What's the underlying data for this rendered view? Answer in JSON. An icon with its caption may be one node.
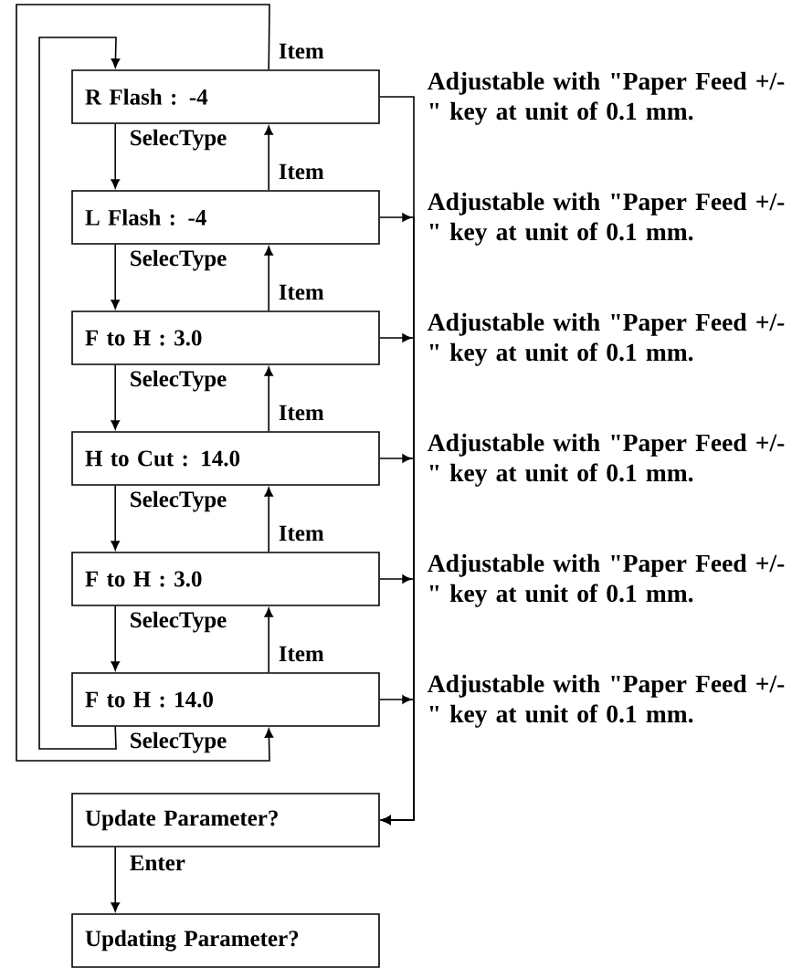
{
  "diagram": {
    "nodes": [
      {
        "text": [
          "R Flash :  -4"
        ],
        "beside": [
          "Adjustable with \"Paper Feed +/- \" key at unit of 0.1 mm."
        ]
      },
      {
        "text": [
          "L Flash :  -4"
        ],
        "beside": [
          "Adjustable with \"Paper Feed +/- \" key at unit of 0.1 mm."
        ]
      },
      {
        "text": [
          "F to H : 3.0"
        ],
        "beside": [
          "Adjustable with \"Paper Feed +/- \" key at unit of 0.1 mm."
        ]
      },
      {
        "text": [
          "H to Cut : 14.0"
        ],
        "beside": [
          "Adjustable with \"Paper Feed +/- \" key at unit of 0.1 mm."
        ]
      },
      {
        "text": [
          "F to H : 3.0"
        ],
        "beside": [
          "Adjustable with \"Paper Feed +/- \" key at unit of 0.1 mm."
        ]
      },
      {
        "text": [
          "F to H : 14.0"
        ],
        "beside": [
          "Adjustable with \"Paper Feed +/- \" key at unit of 0.1 mm."
        ]
      },
      {
        "text": [
          "Update Parameter?"
        ]
      },
      {
        "text": [
          "Updating Parameter?"
        ]
      }
    ],
    "edges": [
      {
        "from": 0,
        "to": 1,
        "arrow": "to",
        "label": "SelecType"
      },
      {
        "from": 1,
        "to": 0,
        "arrow": "to",
        "label": "Item"
      },
      {
        "from": 1,
        "to": 2,
        "arrow": "to",
        "label": "SelecType"
      },
      {
        "from": 2,
        "to": 1,
        "arrow": "to",
        "label": "Item"
      },
      {
        "from": 2,
        "to": 3,
        "arrow": "to",
        "label": "SelecType"
      },
      {
        "from": 3,
        "to": 2,
        "arrow": "to",
        "label": "Item"
      },
      {
        "from": 3,
        "to": 4,
        "arrow": "to",
        "label": "SelecType"
      },
      {
        "from": 4,
        "to": 3,
        "arrow": "to",
        "label": "Item"
      },
      {
        "from": 4,
        "to": 5,
        "arrow": "to",
        "label": "SelecType"
      },
      {
        "from": 5,
        "to": 4,
        "arrow": "to",
        "label": "Item"
      },
      {
        "from": 0,
        "to": 5,
        "arrow": "to",
        "label": "Item"
      },
      {
        "from": 5,
        "to": 0,
        "arrow": "to",
        "label": "SelecType"
      },
      {
        "from": 0,
        "to": 6,
        "arrow": "to"
      },
      {
        "from": 1,
        "to": 6,
        "arrow": "to"
      },
      {
        "from": 2,
        "to": 6,
        "arrow": "to"
      },
      {
        "from": 3,
        "to": 6,
        "arrow": "to"
      },
      {
        "from": 4,
        "to": 6,
        "arrow": "to"
      },
      {
        "from": 5,
        "to": 6,
        "arrow": "to"
      },
      {
        "from": 6,
        "to": 7,
        "arrow": "to",
        "label": "Enter"
      }
    ]
  }
}
